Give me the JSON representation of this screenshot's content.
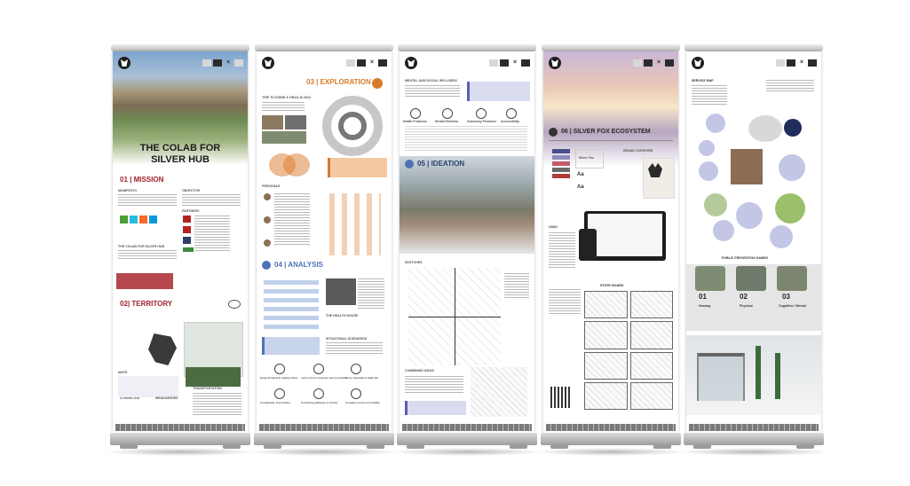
{
  "panel1": {
    "title": "THE COLAB FOR SILVER HUB",
    "mission": "01 | MISSION",
    "manifesto": "MANIFESTO",
    "objective": "OBJECTIVE",
    "partners": "PARTNERS",
    "colab_for_silver_hub": "THE COLAB FOR SILVER HUB",
    "territory": "02| TERRITORY",
    "maps": "MAPS",
    "strengths": "STRENGTHS",
    "weaknesses": "WEAKNESSES",
    "transportation": "TRANSPORTATION"
  },
  "panel2": {
    "exploration": "03 | EXPLORATION",
    "trip": "TRIP TO DIGNE & GRAS-SI 2024",
    "personas": "PERSONAS",
    "analysis": "04 | ANALYSIS",
    "health_house": "THE HEALTH HOUSE",
    "situational": "SITUATIONAL SCENARIOS",
    "pain1": "Huge demand & waiting times",
    "pain2": "Lack of trust towards care providers",
    "pain3": "Busy schedule & daily life",
    "pain4": "Complexity of providers",
    "pain5": "Confusing pathway to doctor",
    "pain6": "Complex access & mobility"
  },
  "panel3": {
    "wellness": "MENTAL AND SOCIAL WELLNESS",
    "col1": "Health Problems",
    "col2": "Mental Wellness",
    "col3": "Autonomy Problems",
    "col4": "Accessibility",
    "ideation": "05 | IDEATION",
    "sketches": "SKETCHES",
    "combining": "COMBINING IDEAS"
  },
  "panel4": {
    "ecosystem": "06 | SILVER FOX ECOSYSTEM",
    "brand": "BRAND OVERVIEW",
    "silver_fox": "Silver Fox",
    "uxui": "UX/UI",
    "storyboard": "STORY BOARD"
  },
  "panel5": {
    "service_map": "SERVICE MAP",
    "prevention": "PUBLIC PREVENTION GAMES",
    "n1": "01",
    "n2": "02",
    "n3": "03",
    "l1": "Hearing",
    "l2": "Physical",
    "l3": "Cognitive / Mental"
  },
  "icons": [
    "logo-fox-icon",
    "sponsor-logo-icon"
  ],
  "colors": {
    "red": "#9e1f2a",
    "orange": "#d97a2b",
    "blue": "#4d73b6",
    "navy": "#2a3f70",
    "green": "#4b6b42"
  }
}
